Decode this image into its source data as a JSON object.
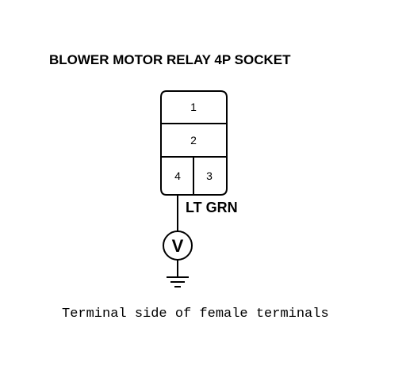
{
  "diagram": {
    "title": "BLOWER MOTOR RELAY 4P SOCKET",
    "terminals": [
      {
        "label": "1"
      },
      {
        "label": "2"
      },
      {
        "label": "4"
      },
      {
        "label": "3"
      }
    ],
    "wire_color": "LT GRN",
    "meter_symbol": "V",
    "caption": "Terminal side of female terminals",
    "colors": {
      "line": "#000000",
      "background": "#ffffff"
    }
  }
}
